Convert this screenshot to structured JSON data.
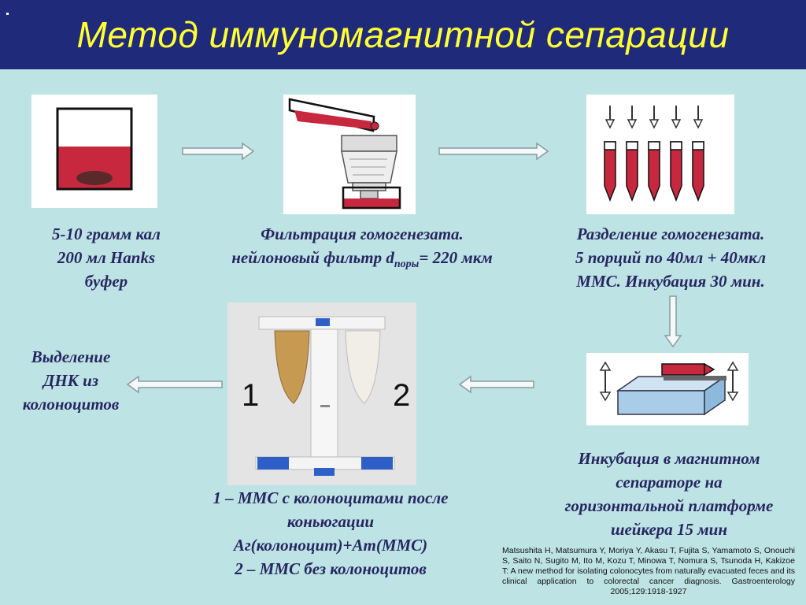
{
  "title": "Метод иммуномагнитной сепарации",
  "steps": {
    "step1": {
      "lines": [
        "5-10 грамм кал",
        "200 мл Hanks",
        "буфер"
      ]
    },
    "step2": {
      "line1": "Фильтрация гомогенезата.",
      "line2_pre": "нейлоновый фильтр d",
      "line2_sub": "поры",
      "line2_post": "= 220 мкм"
    },
    "step3": {
      "lines": [
        "Разделение гомогенезата.",
        "5 порций по 40мл + 40мкл",
        "ММС. Инкубация 30 мин."
      ]
    },
    "step4": {
      "lines": [
        "Инкубация в магнитном",
        "сепараторе на",
        "горизонтальной платформе",
        "шейкера 15 мин"
      ]
    },
    "step5": {
      "lines": [
        "1 – ММС с колоноцитами после",
        "коньюгации",
        "Аг(колоноцит)+Ат(ММС)",
        "2 – ММС без колоноцитов"
      ]
    },
    "step6": {
      "lines": [
        "Выделение",
        "ДНК из",
        "колоноцитов"
      ]
    }
  },
  "photo": {
    "label1": "1",
    "label2": "2"
  },
  "reference": "Matsushita H, Matsumura Y, Moriya Y, Akasu T, Fujita S, Yamamoto S, Onouchi S, Saito N, Sugito M, Ito M, Kozu T, Minowa T, Nomura S, Tsunoda H, Kakizoe T: A new method for isolating colonocytes from naturally evacuated feces and its clinical application to colorectal cancer diagnosis. Gastroenterology 2005;129:1918-1927",
  "colors": {
    "header": "#1f2a7a",
    "title": "#ffff33",
    "background": "#bde3e4",
    "blood": "#c8283e",
    "caption": "#262660"
  }
}
